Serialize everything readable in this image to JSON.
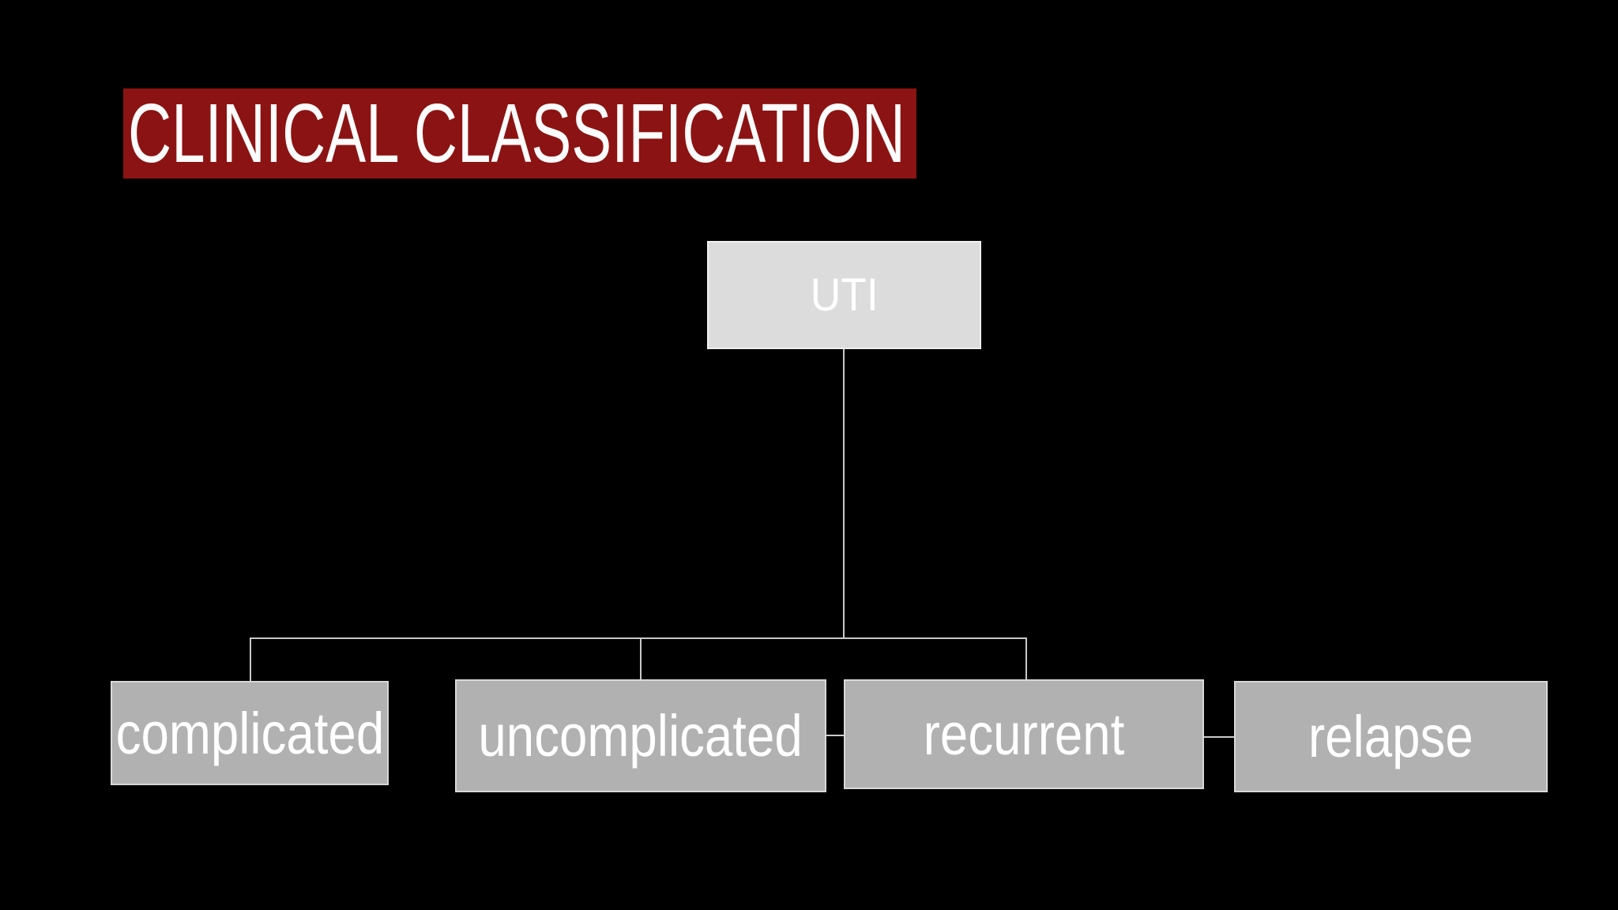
{
  "slide": {
    "title": "CLINICAL CLASSIFICATION",
    "background_color": "#000000",
    "title_banner_color": "#8C1313",
    "title_text_color": "#FFFFFF"
  },
  "diagram": {
    "type": "hierarchy-flowchart",
    "root": {
      "label": "UTI",
      "fill": "#DCDCDC",
      "border_color": "#EFEFEF",
      "text_color": "#FFFFFF"
    },
    "children": [
      {
        "label": "complicated"
      },
      {
        "label": "uncomplicated"
      },
      {
        "label": "recurrent"
      },
      {
        "label": "relapse"
      }
    ],
    "child_fill": "#B1B1B1",
    "child_border_color": "#D8D8D8",
    "child_text_color": "#FFFFFF",
    "connector_color": "#C9C9C9",
    "edges": [
      {
        "from": "UTI",
        "to": "complicated"
      },
      {
        "from": "UTI",
        "to": "uncomplicated"
      },
      {
        "from": "UTI",
        "to": "recurrent"
      },
      {
        "from": "uncomplicated",
        "to": "recurrent"
      },
      {
        "from": "recurrent",
        "to": "relapse"
      }
    ]
  }
}
